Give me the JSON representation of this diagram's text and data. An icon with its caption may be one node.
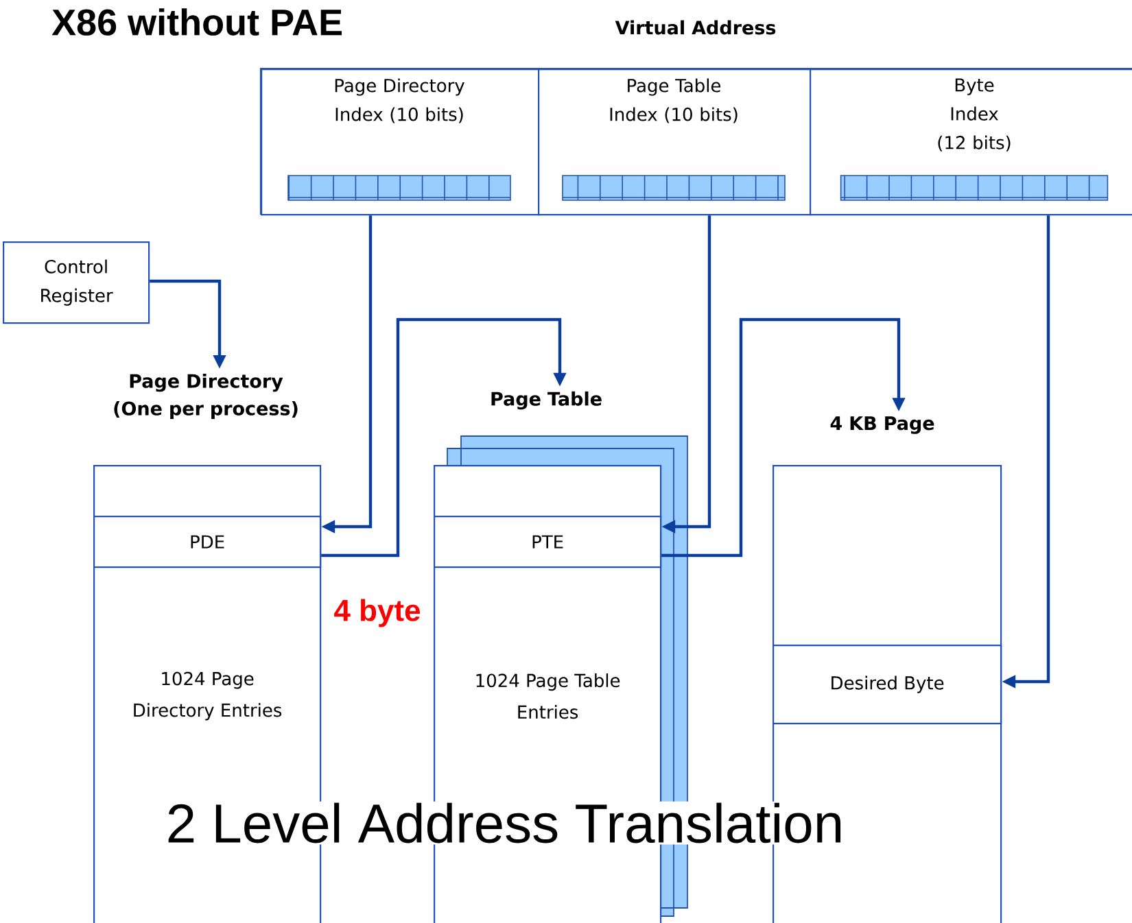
{
  "diagram": {
    "title": "X86 without PAE",
    "nodes": [
      {
        "text": [
          "Virtual Address"
        ]
      },
      {
        "text": [
          "Page Directory Index (10 bits)"
        ],
        "in": 0
      },
      {
        "text": [
          "Page Table Index (10 bits)"
        ],
        "in": 0
      },
      {
        "text": [
          "Byte Index (12 bits)"
        ],
        "in": 0
      },
      {
        "text": [
          "Control Register"
        ]
      },
      {
        "text": [
          "Page Directory (One per process)",
          "1024 Page Directory Entries"
        ]
      },
      {
        "text": [
          "PDE"
        ],
        "in": 5
      },
      {
        "text": [
          "Page Table",
          "1024 Page Table Entries"
        ]
      },
      {
        "text": [
          "PTE"
        ],
        "in": 7
      },
      {
        "text": [
          "4 KB Page"
        ]
      },
      {
        "text": [
          "Desired Byte"
        ],
        "in": 9
      }
    ],
    "edges": [
      {
        "from": 1,
        "to": 6,
        "arrow": "to"
      },
      {
        "from": 2,
        "to": 8,
        "arrow": "to"
      },
      {
        "from": 3,
        "to": 10,
        "arrow": "to"
      },
      {
        "from": 4,
        "to": 5,
        "arrow": "to"
      },
      {
        "from": 6,
        "to": 7,
        "arrow": "to"
      },
      {
        "from": 8,
        "to": 9,
        "arrow": "to"
      }
    ],
    "labels": [
      "4 byte",
      "2 Level  Address Translation"
    ]
  }
}
